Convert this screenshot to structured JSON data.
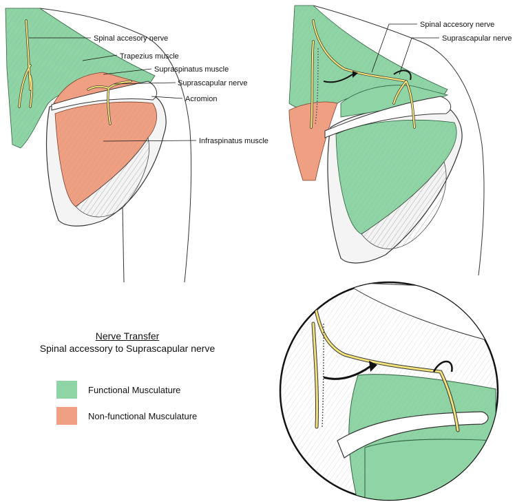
{
  "labels": {
    "left_spinal": "Spinal accesory nerve",
    "trapezius": "Trapezius muscle",
    "supraspinatus": "Supraspinatus muscle",
    "left_suprascapular": "Suprascapular nerve",
    "acromion": "Acromion",
    "infraspinatus": "Infraspinatus muscle",
    "right_spinal": "Spinal accesory nerve",
    "right_suprascapular": "Suprascapular nerve"
  },
  "caption": {
    "title": "Nerve Transfer",
    "subtitle": "Spinal accessory to Suprascapular nerve"
  },
  "legend": [
    {
      "label": "Functional Musculature",
      "color": "#8fd4a4"
    },
    {
      "label": "Non-functional Musculature",
      "color": "#ef9f82"
    }
  ],
  "colors": {
    "functional": "#8fd4a4",
    "nonfunctional": "#ef9f82",
    "nerve": "#f3e27a",
    "outline": "#333333"
  }
}
